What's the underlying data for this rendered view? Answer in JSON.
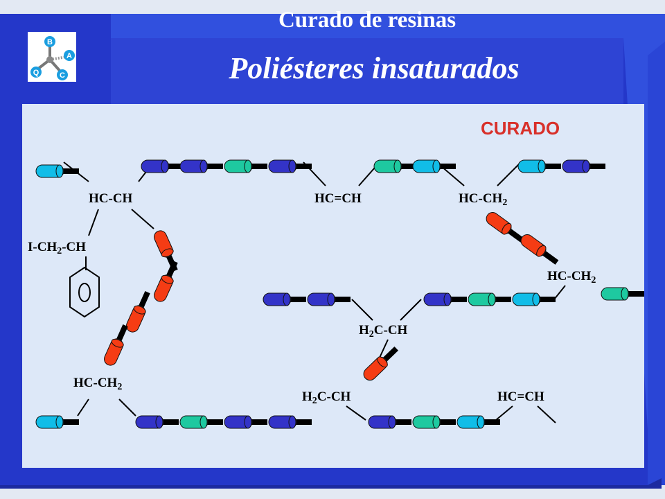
{
  "header": {
    "subtitle": "Curado de resinas",
    "title": "Poliésteres insaturados"
  },
  "logo": {
    "icon": "molecule-logo-icon",
    "letters": [
      "B",
      "A",
      "C",
      "Q"
    ]
  },
  "diagram": {
    "curado_label": "CURADO",
    "labels": {
      "hc_ch_1": {
        "main": "HC-CH",
        "sub": ""
      },
      "hc_eq_ch_1": {
        "main": "HC=CH",
        "sub": ""
      },
      "hc_ch2_top": {
        "main": "HC-CH",
        "sub": "2"
      },
      "i_ch2_ch_pre": "I-CH",
      "i_ch2_ch_sub": "2",
      "i_ch2_ch_post": "-CH",
      "hc_ch2_right": {
        "main": "HC-CH",
        "sub": "2"
      },
      "h2c_ch_mid_pre": "H",
      "h2c_ch_mid_sub": "2",
      "h2c_ch_mid_post": "C-CH",
      "hc_ch2_bottom": {
        "main": "HC-CH",
        "sub": "2"
      },
      "h2c_ch_low_pre": "H",
      "h2c_ch_low_sub": "2",
      "h2c_ch_low_post": "C-CH",
      "hc_eq_ch_2": {
        "main": "HC=CH",
        "sub": ""
      }
    },
    "colors": {
      "navy": "#3333c8",
      "cyan": "#11bde8",
      "green": "#1ec9a0",
      "red": "#f53c14",
      "frame": "#2437c9",
      "panel": "#dde8f8"
    },
    "benzene_ring": "benzene-ring-icon"
  }
}
